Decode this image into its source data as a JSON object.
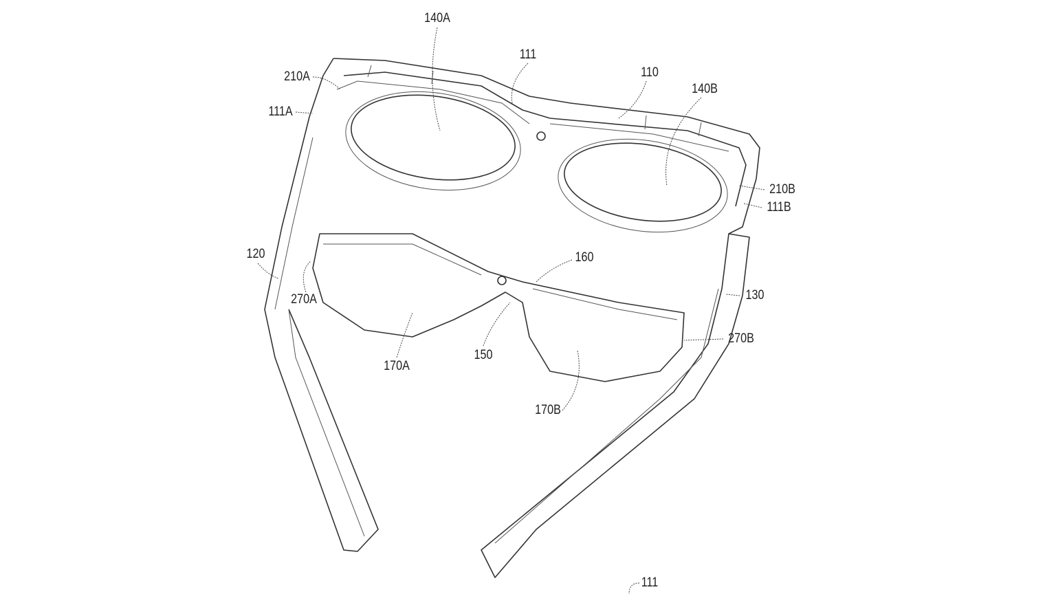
{
  "figure": {
    "labels": {
      "l140A": "140A",
      "l111": "111",
      "l110": "110",
      "l140B": "140B",
      "l210A": "210A",
      "l111A": "111A",
      "l210B": "210B",
      "l111B": "111B",
      "l120": "120",
      "l160": "160",
      "l130": "130",
      "l270A": "270A",
      "l270B": "270B",
      "l150": "150",
      "l170A": "170A",
      "l170B": "170B",
      "l111_bottom": "111"
    }
  }
}
